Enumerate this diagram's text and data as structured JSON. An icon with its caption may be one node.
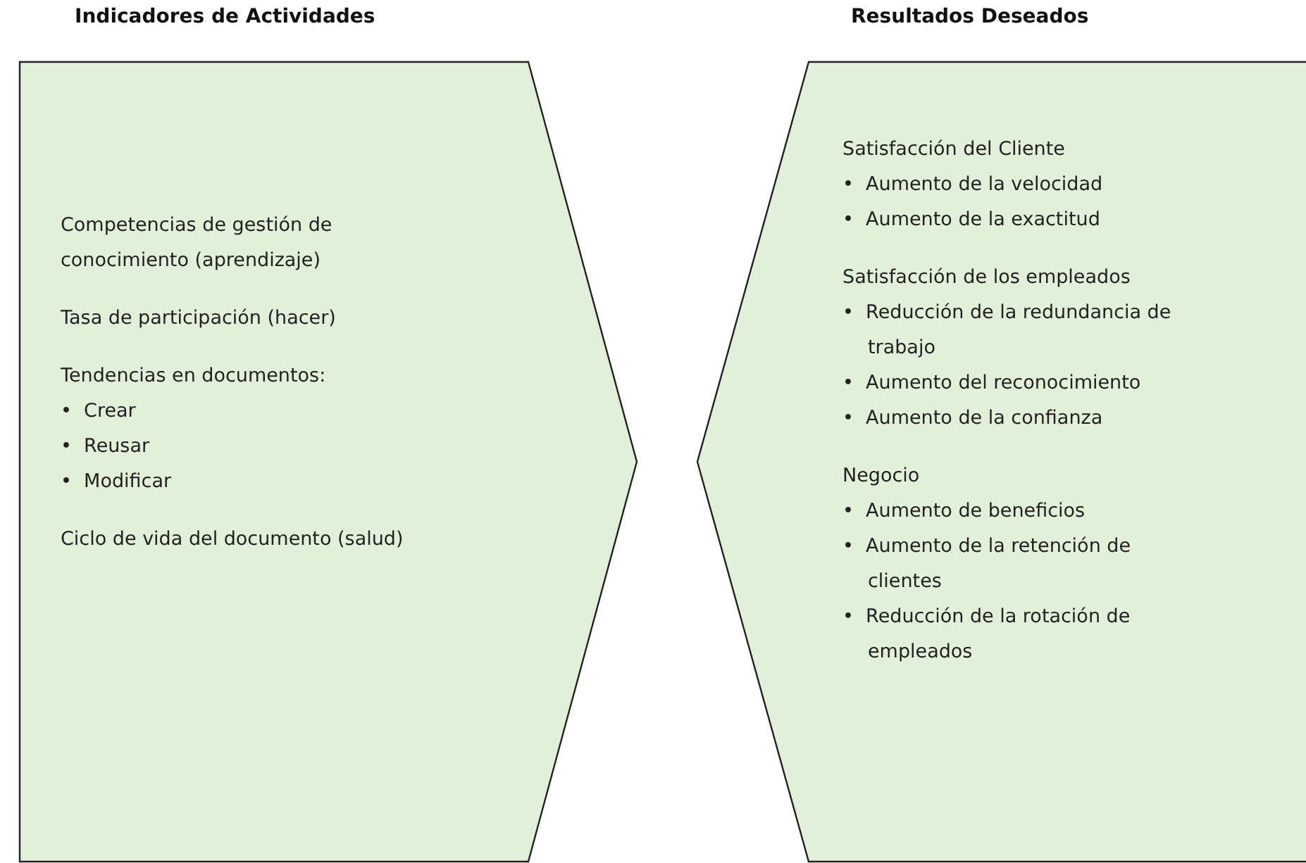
{
  "diagram": {
    "nodes": [
      {
        "text": [
          "Indicadores de Actividades",
          "Competencias de gestión de conocimiento (aprendizaje)",
          "Tasa de participación (hacer)",
          "Tendencias en documentos:",
          "•  Crear",
          "•  Reusar",
          "•  Modificar",
          "Ciclo de vida del documento (salud)"
        ]
      },
      {
        "text": [
          "Resultados Deseados",
          "Satisfacción del Cliente",
          "•  Aumento de la velocidad",
          "•  Aumento de la exactitud",
          "Satisfacción de los empleados",
          "•  Reducción de la redundancia de trabajo",
          "•  Aumento del reconocimiento",
          "•  Aumento de la confianza",
          "Negocio",
          "•  Aumento de beneficios",
          "•  Aumento de la retención de clientes",
          "•  Reducción de la rotación de empleados"
        ]
      }
    ]
  }
}
